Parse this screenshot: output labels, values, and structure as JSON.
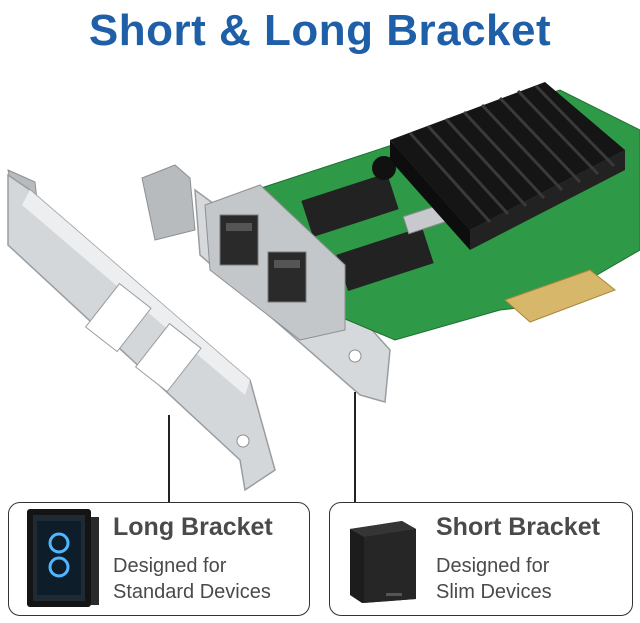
{
  "title": "Short & Long Bracket",
  "long_card": {
    "heading": "Long Bracket",
    "line1": "Designed for",
    "line2": "Standard Devices",
    "icon": "tower-pc-icon"
  },
  "short_card": {
    "heading": "Short Bracket",
    "line1": "Designed for",
    "line2": "Slim Devices",
    "icon": "mini-pc-icon"
  },
  "product": {
    "icon": "dual-port-ethernet-card-image"
  },
  "colors": {
    "title": "#1f5fa8",
    "text": "#4a4a4a",
    "pcb": "#2e9a48",
    "heatsink": "#1b1b1b",
    "bracket": "#c9cccf"
  }
}
